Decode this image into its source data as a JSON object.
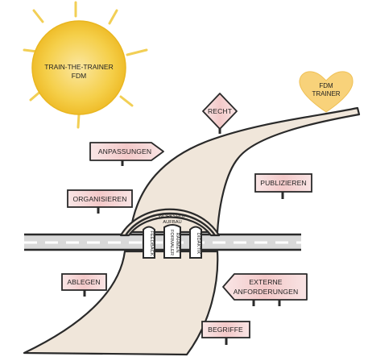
{
  "sun": {
    "label_line1": "TRAIN-THE-TRAINER",
    "label_line2": "FDM"
  },
  "heart": {
    "label_line1": "FDM",
    "label_line2": "TRAINER"
  },
  "signs": {
    "recht": "RECHT",
    "anpassungen": "ANPASSUNGEN",
    "publizieren": "PUBLIZIEREN",
    "organisieren": "ORGANISIEREN",
    "ablegen": "ABLEGEN",
    "externe_line1": "EXTERNE",
    "externe_line2": "ANFORDERUNGEN",
    "begriffe": "BEGRIFFE"
  },
  "bridge": {
    "workshop_line1": "WORKSHOP",
    "workshop_line2": "AUFBAU",
    "pillar_feedback": "FEEDBACK",
    "pillar_formaler_line1": "FORMALER",
    "pillar_formaler_line2": "RAHMEN",
    "pillar_didaktik": "DIDAKTIK"
  },
  "colors": {
    "sun": "#f5c83a",
    "heart": "#f8d27a",
    "road": "#f0e6da",
    "sign": "#f7dede",
    "outline": "#2a2a2a"
  }
}
